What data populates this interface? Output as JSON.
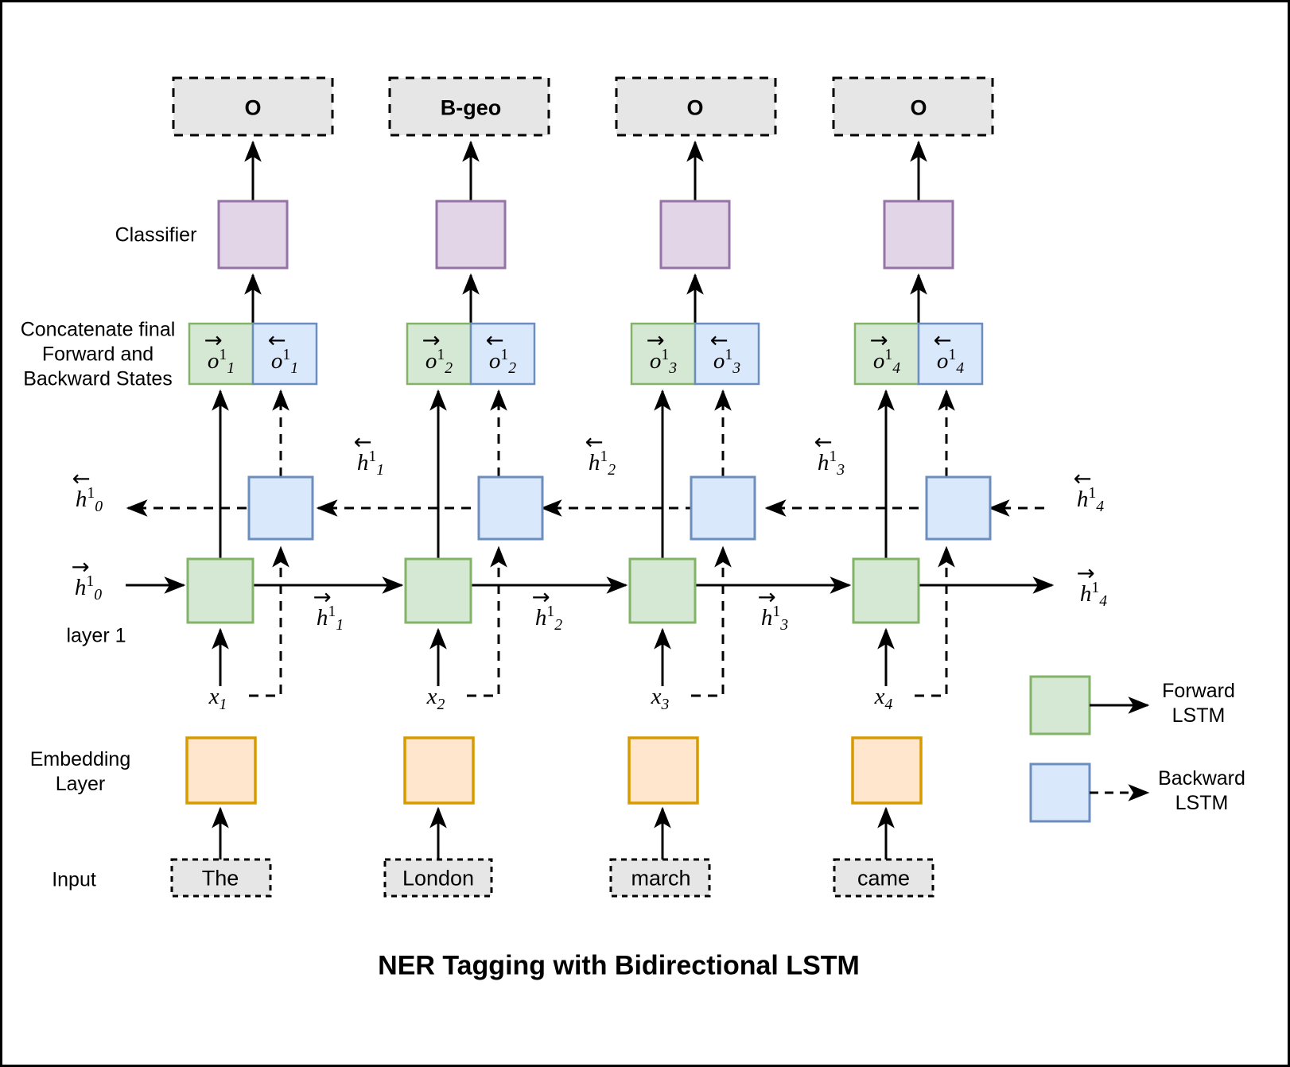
{
  "title": "NER Tagging with Bidirectional LSTM",
  "row_labels": {
    "classifier": "Classifier",
    "concatenate": "Concatenate final\nForward and\nBackward States",
    "concatenate_line1": "Concatenate final",
    "concatenate_line2": "Forward and",
    "concatenate_line3": "Backward States",
    "layer1": "layer 1",
    "embedding_line1": "Embedding",
    "embedding_line2": "Layer",
    "input": "Input"
  },
  "columns": [
    {
      "index": 1,
      "tag": "O",
      "word": "The",
      "input_symbol": "x",
      "input_sub": "1",
      "out_symbol": "o",
      "out_sub": "1",
      "out_sup": "1",
      "fwd_state_label": {
        "symbol": "h",
        "sub": "1",
        "sup": "1",
        "dir": "right"
      },
      "bwd_state_label": {
        "symbol": "h",
        "sub": "1",
        "sup": "1",
        "dir": "left"
      }
    },
    {
      "index": 2,
      "tag": "B-geo",
      "word": "London",
      "input_symbol": "x",
      "input_sub": "2",
      "out_symbol": "o",
      "out_sub": "2",
      "out_sup": "1",
      "fwd_state_label": {
        "symbol": "h",
        "sub": "2",
        "sup": "1",
        "dir": "right"
      },
      "bwd_state_label": {
        "symbol": "h",
        "sub": "2",
        "sup": "1",
        "dir": "left"
      }
    },
    {
      "index": 3,
      "tag": "O",
      "word": "march",
      "input_symbol": "x",
      "input_sub": "3",
      "out_symbol": "o",
      "out_sub": "3",
      "out_sup": "1",
      "fwd_state_label": {
        "symbol": "h",
        "sub": "3",
        "sup": "1",
        "dir": "right"
      },
      "bwd_state_label": {
        "symbol": "h",
        "sub": "3",
        "sup": "1",
        "dir": "left"
      }
    },
    {
      "index": 4,
      "tag": "O",
      "word": "came",
      "input_symbol": "x",
      "input_sub": "4",
      "out_symbol": "o",
      "out_sub": "4",
      "out_sup": "1",
      "fwd_state_label": {
        "symbol": "h",
        "sub": "4",
        "sup": "1",
        "dir": "right"
      },
      "bwd_state_label": {
        "symbol": "h",
        "sub": "4",
        "sup": "1",
        "dir": "left"
      }
    }
  ],
  "edge_states": {
    "bwd_left": {
      "symbol": "h",
      "sub": "0",
      "sup": "1",
      "dir": "left"
    },
    "fwd_left": {
      "symbol": "h",
      "sub": "0",
      "sup": "1",
      "dir": "right"
    },
    "bwd_right": {
      "symbol": "h",
      "sub": "4",
      "sup": "1",
      "dir": "left"
    },
    "fwd_right": {
      "symbol": "h",
      "sub": "4",
      "sup": "1",
      "dir": "right"
    }
  },
  "legend": [
    {
      "label_line1": "Forward",
      "label_line2": "LSTM",
      "swatch": "forward",
      "line": "solid"
    },
    {
      "label_line1": "Backward",
      "label_line2": "LSTM",
      "swatch": "backward",
      "line": "dashed"
    }
  ],
  "colors": {
    "forward_fill": "#d5e8d4",
    "forward_stroke": "#82b366",
    "backward_fill": "#dae8fc",
    "backward_stroke": "#6c8ebf",
    "classifier_fill": "#e1d5e7",
    "classifier_stroke": "#9673a6",
    "embedding_fill": "#ffe6cc",
    "embedding_stroke": "#d79b00",
    "tag_fill": "#e6e6e6",
    "tag_stroke": "#000000",
    "word_fill": "#e6e6e6",
    "word_stroke": "#000000",
    "arrow": "#000000",
    "page_border": "#000000"
  },
  "icons": {
    "right_arrow": "right-arrow-icon",
    "left_arrow": "left-arrow-icon",
    "up_arrow": "up-arrow-icon"
  }
}
